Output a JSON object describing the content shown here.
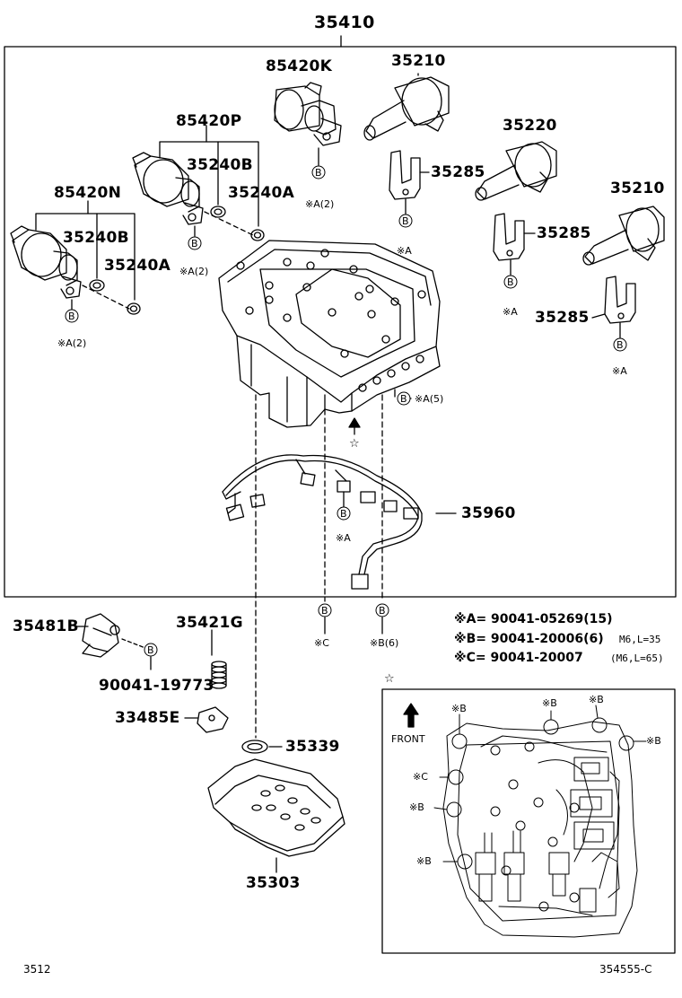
{
  "assembly": {
    "number": "35410"
  },
  "parts": {
    "p85420K": "85420K",
    "p35210a": "35210",
    "p85420P": "85420P",
    "p35220": "35220",
    "p35240B_1": "35240B",
    "p35240A_1": "35240A",
    "p35285_1": "35285",
    "p35210b": "35210",
    "p85420N": "85420N",
    "p35240B_2": "35240B",
    "p35285_2": "35285",
    "p35240A_2": "35240A",
    "p35285_3": "35285",
    "p35960": "35960",
    "p35481B": "35481B",
    "p35421G": "35421G",
    "p90041_19773": "90041-19773",
    "p33485E": "33485E",
    "p35339": "35339",
    "p35303": "35303"
  },
  "bolt_symbol": "B",
  "bolt_notes": {
    "n_85420K": "※A(2)",
    "n_85420P": "※A(2)",
    "n_85420N": "※A(2)",
    "n_35285_1": "※A",
    "n_35285_2": "※A",
    "n_35285_3": "※A",
    "n_35960": "※A",
    "n_body": "※A(5)",
    "n_c": "※C",
    "n_b6": "※B(6)"
  },
  "legend": {
    "a_ref": "※A= 90041-05269(15)",
    "b_ref": "※B= 90041-20006(6)",
    "b_spec": "M6,L=35",
    "c_ref": "※C= 90041-20007",
    "c_spec": "(M6,L=65)"
  },
  "inset": {
    "star": "☆",
    "front": "FRONT",
    "b1": "※B",
    "b2": "※B",
    "b3": "※B",
    "b4": "※B",
    "c1": "※C",
    "b5": "※B",
    "b6": "※B"
  },
  "star_marker": "☆",
  "footer": {
    "left": "3512",
    "right": "354555-C"
  }
}
